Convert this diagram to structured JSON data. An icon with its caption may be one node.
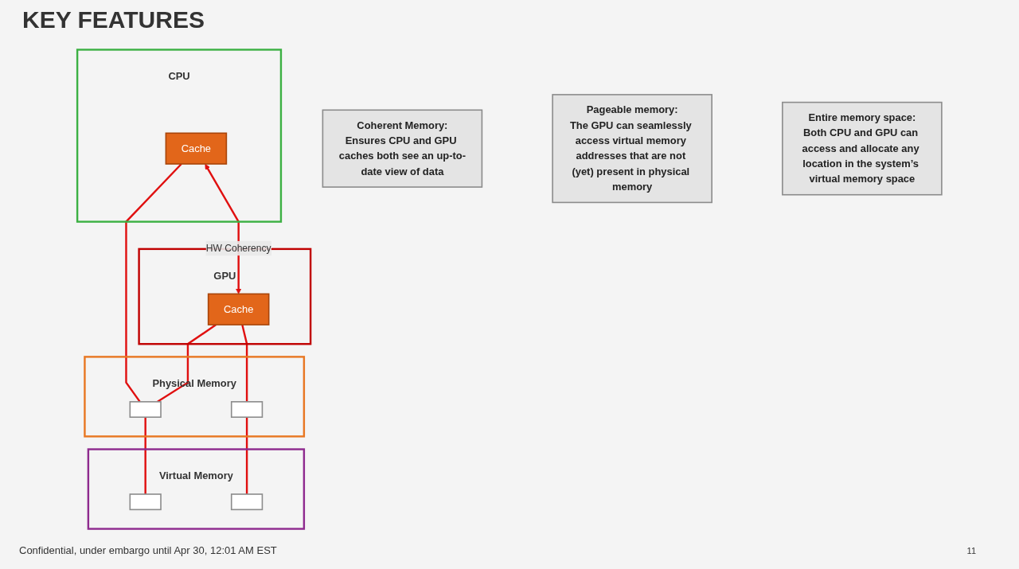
{
  "diagram": {
    "title": "KEY FEATURES",
    "nodes": [
      {
        "text": [
          "Coherent Memory:",
          "Ensures CPU and GPU caches both see an up-to-date view of data"
        ]
      },
      {
        "text": [
          "CPU"
        ]
      },
      {
        "text": [
          "Cache"
        ],
        "in": 1
      },
      {
        "text": [
          "GPU"
        ]
      },
      {
        "text": [
          "Cache"
        ],
        "in": 3
      },
      {
        "text": [
          "Physical Memory"
        ]
      },
      {
        "text": [],
        "shape": "box",
        "in": 5
      },
      {
        "text": [],
        "shape": "box",
        "in": 5
      },
      {
        "text": [
          "Pageable memory:",
          "The GPU can seamlessly access virtual memory addresses that are not (yet) present in physical memory"
        ]
      },
      {
        "text": [
          "Virtual Memory"
        ]
      },
      {
        "text": [],
        "shape": "box",
        "in": 9
      },
      {
        "text": [],
        "shape": "box",
        "in": 9
      },
      {
        "text": [
          "Entire memory space:",
          "Both CPU and GPU can access and allocate any location in the system’s virtual memory space"
        ]
      }
    ],
    "edges": [
      {
        "from": 2,
        "to": 4,
        "label": "HW Coherency",
        "arrow": "both"
      },
      {
        "from": 2,
        "to": 6,
        "arrow": "none"
      },
      {
        "from": 4,
        "to": 6,
        "arrow": "none"
      },
      {
        "from": 4,
        "to": 7,
        "arrow": "none"
      },
      {
        "from": 6,
        "to": 10,
        "arrow": "none"
      },
      {
        "from": 7,
        "to": 11,
        "arrow": "none"
      }
    ],
    "labels": [
      "Confidential, under embargo until Apr 30, 12:01 AM EST",
      "11"
    ]
  }
}
